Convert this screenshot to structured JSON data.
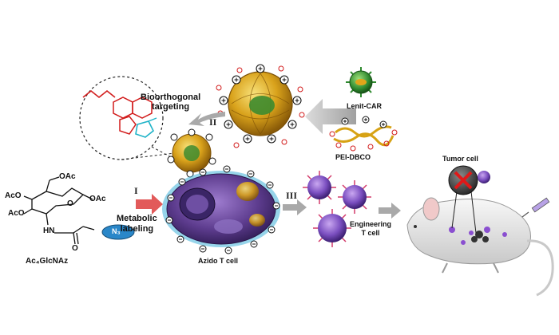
{
  "labels": {
    "bioorthogonal_line1": "Bioorthogonal",
    "bioorthogonal_line2": "targeting",
    "lenti_car": "Lenit-CAR",
    "pei_dbco": "PEI-DBCO",
    "metabolic_line1": "Metabolic",
    "metabolic_line2": "labeling",
    "azido_t_cell": "Azido T cell",
    "engineering_line1": "Engineering",
    "engineering_line2": "T cell",
    "tumor_cell": "Tumor cell",
    "compound_name": "Ac₄GlcNAz",
    "azide_tag": "N₃"
  },
  "steps": {
    "one": "I",
    "two": "II",
    "three": "III"
  },
  "structure_labels": {
    "oac_top": "OAc",
    "oac_right": "OAc",
    "aco_1": "AcO",
    "aco_2": "AcO",
    "o_ring": "O",
    "nh": "HN",
    "carbonyl_o": "O"
  },
  "colors": {
    "gold_particle": "#d9a21b",
    "cell_purple": "#5d3c8e",
    "cell_cyan": "#3fb0d8",
    "virus_green": "#2f8a2f",
    "arrow_gray": "#b5b5b5",
    "red_arrow": "#e25a5a",
    "azide_blue": "#2a87c9",
    "mouse_gray": "#e4e4e4"
  }
}
